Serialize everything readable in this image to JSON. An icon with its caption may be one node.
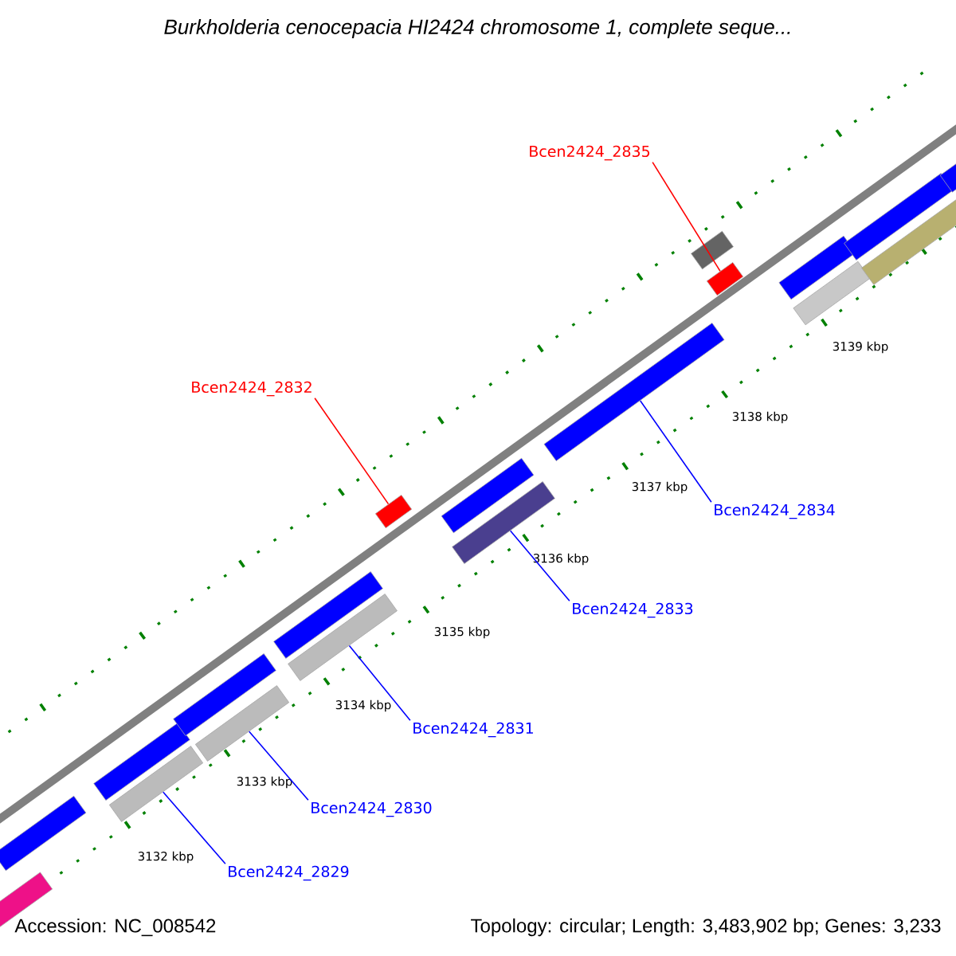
{
  "diagram": {
    "title": "Burkholderia cenocepacia HI2424 chromosome 1, complete seque...",
    "nodes": [
      {
        "text": [
          "Bcen2424_2835"
        ]
      },
      {
        "text": [
          "Bcen2424_2832"
        ]
      },
      {
        "text": [
          "Bcen2424_2834"
        ]
      },
      {
        "text": [
          "Bcen2424_2833"
        ]
      },
      {
        "text": [
          "Bcen2424_2831"
        ]
      },
      {
        "text": [
          "Bcen2424_2830"
        ]
      },
      {
        "text": [
          "Bcen2424_2829"
        ]
      },
      {
        "text": [],
        "shape": "bar"
      },
      {
        "text": [],
        "shape": "bar"
      },
      {
        "text": [],
        "shape": "bar"
      },
      {
        "text": [],
        "shape": "bar"
      },
      {
        "text": [],
        "shape": "bar"
      },
      {
        "text": [],
        "shape": "bar"
      },
      {
        "text": [],
        "shape": "bar"
      },
      {
        "text": [],
        "shape": "bar"
      },
      {
        "text": [],
        "shape": "bar"
      },
      {
        "text": [],
        "shape": "bar"
      },
      {
        "text": [],
        "shape": "bar"
      },
      {
        "text": [],
        "shape": "bar"
      },
      {
        "text": [],
        "shape": "bar"
      },
      {
        "text": [],
        "shape": "bar"
      },
      {
        "text": [],
        "shape": "bar"
      },
      {
        "text": [],
        "shape": "bar"
      },
      {
        "text": [],
        "shape": "bar"
      },
      {
        "text": [],
        "shape": "bar"
      },
      {
        "text": [],
        "shape": "bar"
      }
    ],
    "edges": [
      {
        "from": 0,
        "to": 20,
        "arrow": "none",
        "color": "#ff0000"
      },
      {
        "from": 1,
        "to": 15,
        "arrow": "none",
        "color": "#ff0000"
      },
      {
        "from": 2,
        "to": 18,
        "arrow": "none"
      },
      {
        "from": 3,
        "to": 17,
        "arrow": "none"
      },
      {
        "from": 4,
        "to": 14,
        "arrow": "none"
      },
      {
        "from": 5,
        "to": 12,
        "arrow": "none"
      },
      {
        "from": 6,
        "to": 10,
        "arrow": "none"
      }
    ],
    "labels": [
      "3139 kbp",
      "3138 kbp",
      "3137 kbp",
      "3136 kbp",
      "3135 kbp",
      "3134 kbp",
      "3133 kbp",
      "3132 kbp",
      "Accession: NC_008542",
      "Topology: circular; Length: 3,483,902 bp; Genes: 3,233"
    ]
  }
}
